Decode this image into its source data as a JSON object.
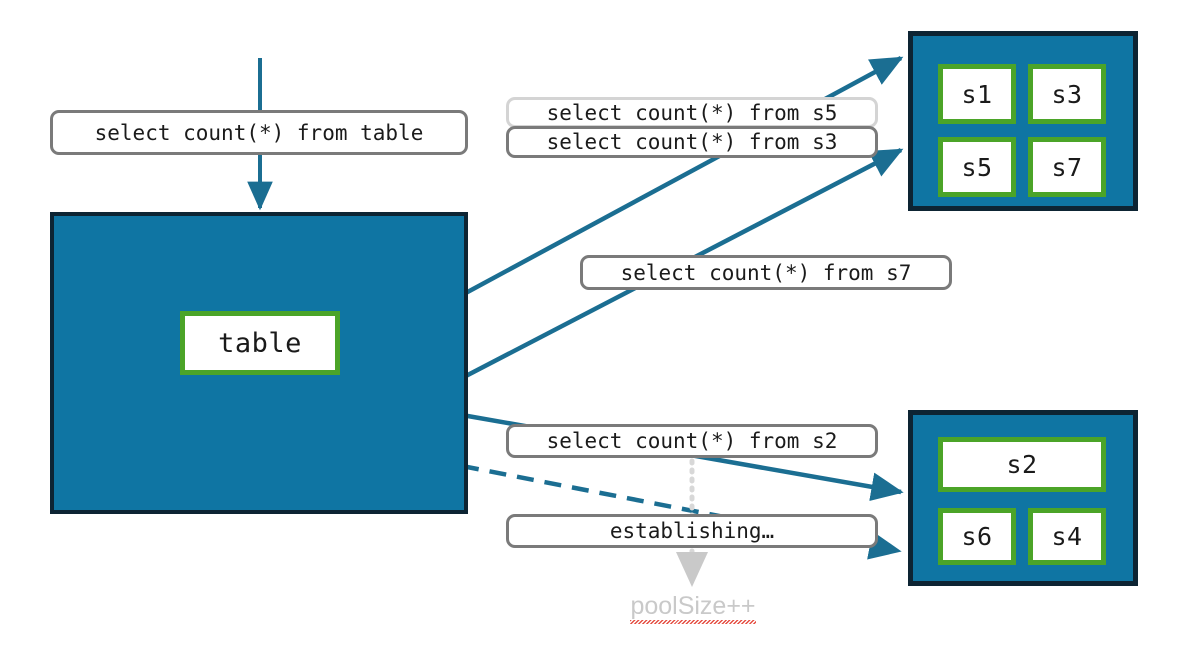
{
  "diagram": {
    "title": "connection pool query routing diagram",
    "colors": {
      "node_fill": "#0f75a3",
      "node_border": "#0d2433",
      "box_accent": "#4ba428",
      "arrow": "#1b6e92",
      "chip_border": "#7a7a7a",
      "chip_border_faint": "#d4d4d4",
      "muted_text": "#c9c9c9",
      "spellcheck_underline": "#e23b2e"
    }
  },
  "table_group": {
    "node_label": "table",
    "incoming_query": "select count(*) from table"
  },
  "queries": {
    "s5": "select count(*) from s5",
    "s3": "select count(*) from s3",
    "s7": "select count(*) from s7",
    "s2": "select count(*) from s2",
    "establishing": "establishing…"
  },
  "annotation": {
    "pool_size": "poolSize++"
  },
  "server_groups": [
    {
      "name": "top-group",
      "nodes": [
        {
          "label": "s1"
        },
        {
          "label": "s3"
        },
        {
          "label": "s5"
        },
        {
          "label": "s7"
        }
      ]
    },
    {
      "name": "bottom-group",
      "nodes": [
        {
          "label": "s2"
        },
        {
          "label": "s6"
        },
        {
          "label": "s4"
        }
      ]
    }
  ],
  "arrows": [
    {
      "name": "query-into-table",
      "style": "solid",
      "from": "top",
      "to": "table-container"
    },
    {
      "name": "table-to-top-group-a",
      "style": "solid",
      "from": "table-container",
      "to": "top-group"
    },
    {
      "name": "table-to-top-group-b",
      "style": "solid",
      "from": "table-container",
      "to": "top-group"
    },
    {
      "name": "table-to-bottom-s2",
      "style": "solid",
      "from": "table-container",
      "to": "bottom-group"
    },
    {
      "name": "table-to-bottom-new",
      "style": "dashed",
      "from": "table-container",
      "to": "bottom-group"
    },
    {
      "name": "establishing-to-pool",
      "style": "dotted",
      "from": "establishing-chip",
      "to": "poolSize++"
    }
  ]
}
